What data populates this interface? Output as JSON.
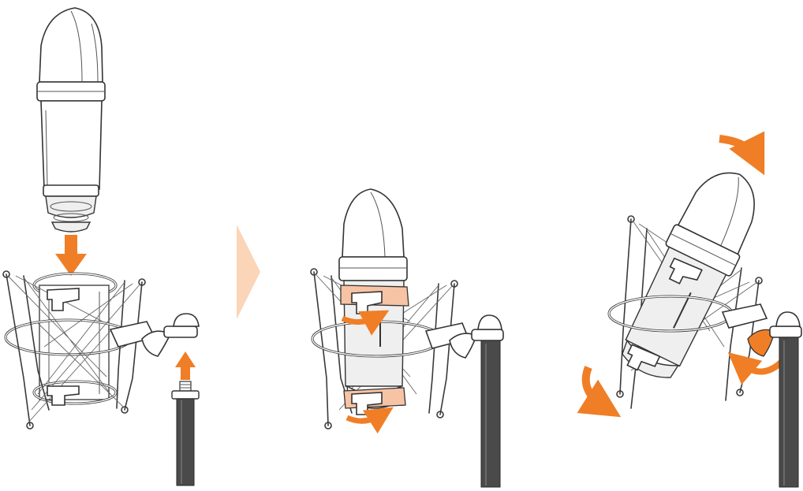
{
  "diagram": {
    "steps": [
      {
        "id": "step-1",
        "action": "insert-mic-and-thread-stand"
      },
      {
        "id": "step-2",
        "action": "tighten-clamps"
      },
      {
        "id": "step-3",
        "action": "tilt-and-lock-knob"
      }
    ],
    "colors": {
      "accent": "#f07e26",
      "clamp": "#f6c3a4",
      "separator": "#fbd5b8",
      "stand": "#4a4a4a",
      "outline": "#333333"
    },
    "icons": [
      "down-arrow-icon",
      "up-arrow-icon",
      "chevron-right-icon",
      "rotate-arrow-icon"
    ]
  }
}
